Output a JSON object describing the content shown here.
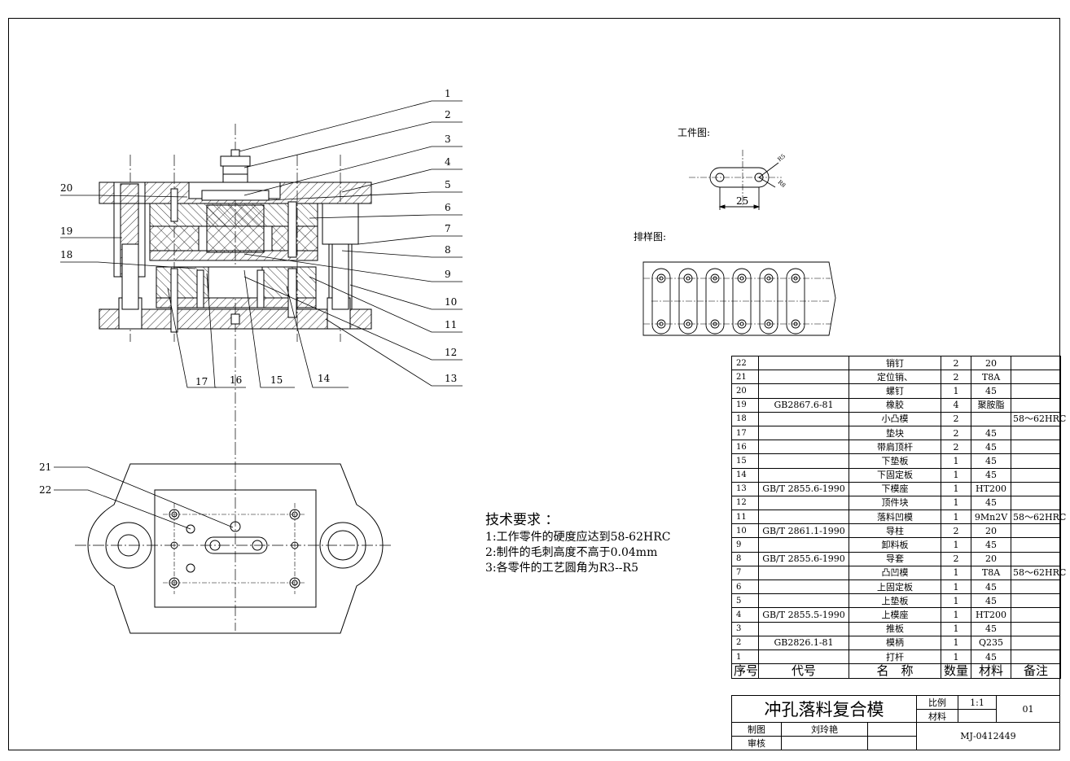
{
  "callouts": [
    "1",
    "2",
    "3",
    "4",
    "5",
    "6",
    "7",
    "8",
    "9",
    "10",
    "11",
    "12",
    "13",
    "14",
    "15",
    "16",
    "17",
    "18",
    "19",
    "20",
    "21",
    "22"
  ],
  "workpiece": {
    "label": "工件图:",
    "dimension": "25",
    "r_small": "R5",
    "r_big": "R8"
  },
  "strip": {
    "label": "排样图:"
  },
  "tech": {
    "title": "技术要求 ：",
    "items": [
      "1:工作零件的硬度应达到58-62HRC",
      "2:制件的毛刺高度不高于0.04mm",
      "3:各零件的工艺圆角为R3--R5"
    ]
  },
  "bom": {
    "rows": [
      {
        "no": "22",
        "code": "",
        "name": "销钉",
        "qty": "2",
        "material": "20",
        "note": ""
      },
      {
        "no": "21",
        "code": "",
        "name": "定位销、",
        "qty": "2",
        "material": "T8A",
        "note": ""
      },
      {
        "no": "20",
        "code": "",
        "name": "螺钉",
        "qty": "1",
        "material": "45",
        "note": ""
      },
      {
        "no": "19",
        "code": "GB2867.6-81",
        "name": "橡胶",
        "qty": "4",
        "material": "聚胺脂",
        "note": ""
      },
      {
        "no": "18",
        "code": "",
        "name": "小凸模",
        "qty": "2",
        "material": "",
        "note": "58～62HRC"
      },
      {
        "no": "17",
        "code": "",
        "name": "垫块",
        "qty": "2",
        "material": "45",
        "note": ""
      },
      {
        "no": "16",
        "code": "",
        "name": "带肩顶杆",
        "qty": "2",
        "material": "45",
        "note": ""
      },
      {
        "no": "15",
        "code": "",
        "name": "下垫板",
        "qty": "1",
        "material": "45",
        "note": ""
      },
      {
        "no": "14",
        "code": "",
        "name": "下固定板",
        "qty": "1",
        "material": "45",
        "note": ""
      },
      {
        "no": "13",
        "code": "GB/T 2855.6-1990",
        "name": "下模座",
        "qty": "1",
        "material": "HT200",
        "note": ""
      },
      {
        "no": "12",
        "code": "",
        "name": "顶件块",
        "qty": "1",
        "material": "45",
        "note": ""
      },
      {
        "no": "11",
        "code": "",
        "name": "落料凹模",
        "qty": "1",
        "material": "9Mn2V",
        "note": "58～62HRC"
      },
      {
        "no": "10",
        "code": "GB/T 2861.1-1990",
        "name": "导柱",
        "qty": "2",
        "material": "20",
        "note": ""
      },
      {
        "no": "9",
        "code": "",
        "name": "卸料板",
        "qty": "1",
        "material": "45",
        "note": ""
      },
      {
        "no": "8",
        "code": "GB/T 2855.6-1990",
        "name": "导套",
        "qty": "2",
        "material": "20",
        "note": ""
      },
      {
        "no": "7",
        "code": "",
        "name": "凸凹模",
        "qty": "1",
        "material": "T8A",
        "note": "58～62HRC"
      },
      {
        "no": "6",
        "code": "",
        "name": "上固定板",
        "qty": "1",
        "material": "45",
        "note": ""
      },
      {
        "no": "5",
        "code": "",
        "name": "上垫板",
        "qty": "1",
        "material": "45",
        "note": ""
      },
      {
        "no": "4",
        "code": "GB/T 2855.5-1990",
        "name": "上模座",
        "qty": "1",
        "material": "HT200",
        "note": ""
      },
      {
        "no": "3",
        "code": "",
        "name": "推板",
        "qty": "1",
        "material": "45",
        "note": ""
      },
      {
        "no": "2",
        "code": "GB2826.1-81",
        "name": "模柄",
        "qty": "1",
        "material": "Q235",
        "note": ""
      },
      {
        "no": "1",
        "code": "",
        "name": "打杆",
        "qty": "1",
        "material": "45",
        "note": ""
      }
    ],
    "header": {
      "no": "序号",
      "code": "代号",
      "name": "名　称",
      "qty": "数量",
      "material": "材料",
      "note": "备注"
    }
  },
  "title_block": {
    "title": "冲孔落料复合模",
    "scale_label": "比例",
    "scale_value": "1:1",
    "material_label": "材料",
    "sheet": "01",
    "drawn_label": "制图",
    "drawn_by": "刘玲艳",
    "checked_label": "审核",
    "drawing_no": "MJ-0412449"
  }
}
